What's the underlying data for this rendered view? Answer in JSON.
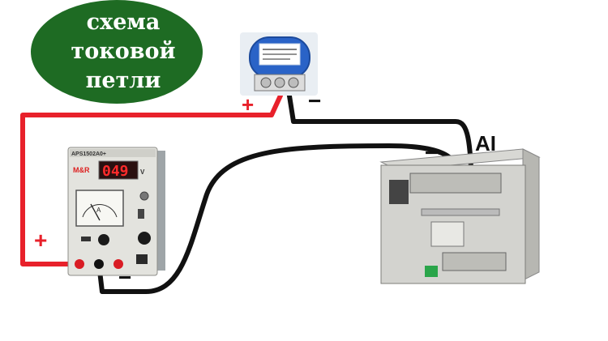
{
  "title_badge": {
    "line1": "схема",
    "line2": "токовой",
    "line3": "петли",
    "color": "#1e6b23"
  },
  "labels": {
    "plus_top": "+",
    "minus_top": "−",
    "plus_left": "+",
    "minus_bottom": "−",
    "minus_plc": "−",
    "ai": "AI"
  },
  "power_supply": {
    "model": "APS1502A0+",
    "brand": "M&R",
    "display": "049",
    "display_unit": "V",
    "meter_unit": "A",
    "screen_color": "#d81a1a"
  },
  "wires": {
    "positive_color": "#e8212b",
    "negative_color": "#111111"
  },
  "icons": {
    "transmitter": "temperature-transmitter-icon",
    "power_supply": "dc-power-supply-icon",
    "plc": "plc-controller-icon"
  }
}
